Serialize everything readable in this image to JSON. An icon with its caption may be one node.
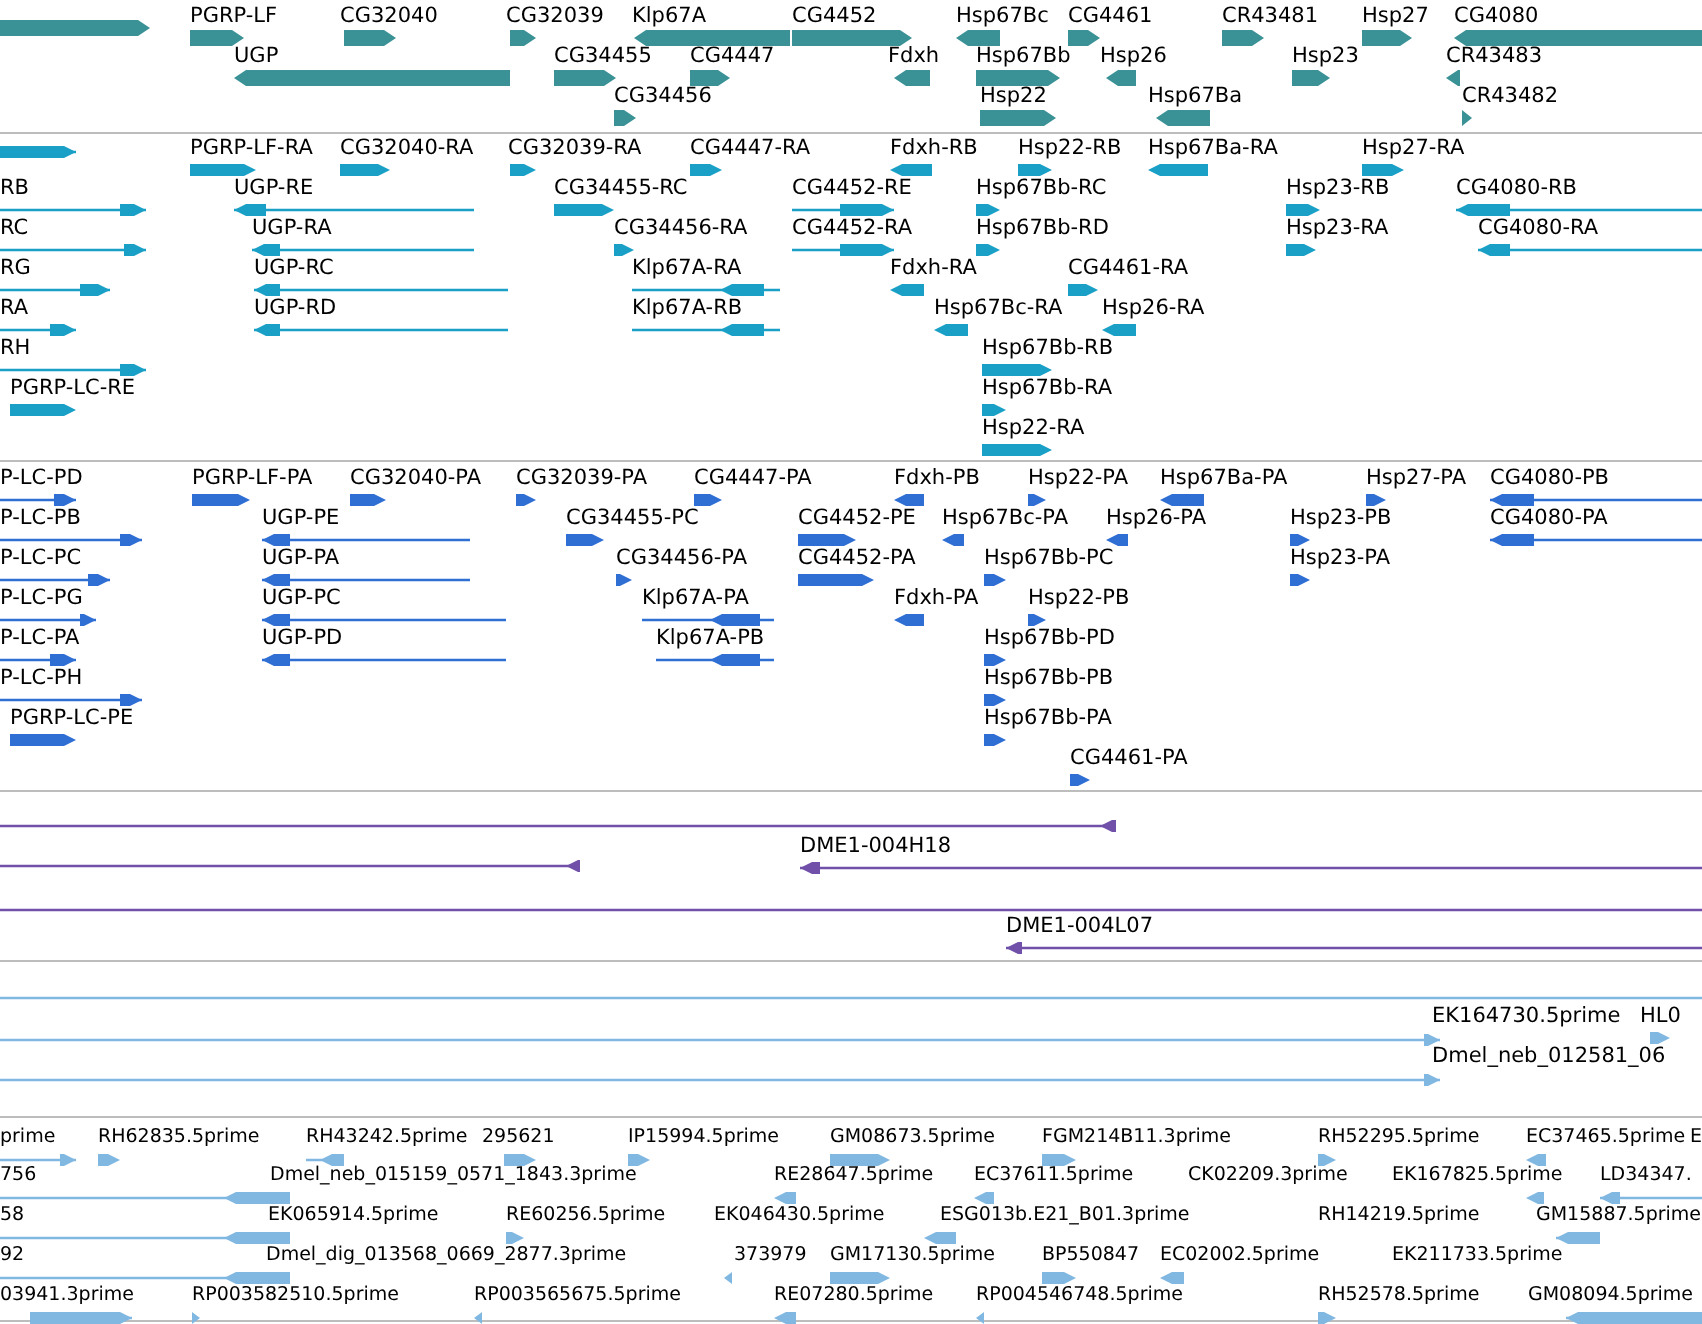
{
  "diagram": {
    "labels": [
      "PGRP-LF",
      "CG32040",
      "CG32039",
      "Klp67A",
      "CG4452",
      "Hsp67Bc",
      "CG4461",
      "CR43481",
      "Hsp27",
      "CG4080",
      "UGP",
      "CG34455",
      "CG4447",
      "Fdxh",
      "Hsp67Bb",
      "Hsp26",
      "Hsp23",
      "CR43483",
      "CG34456",
      "Hsp22",
      "Hsp67Ba",
      "CR43482",
      "PGRP-LF-RA",
      "CG32040-RA",
      "CG32039-RA",
      "CG4447-RA",
      "Fdxh-RB",
      "Hsp22-RB",
      "Hsp67Ba-RA",
      "Hsp27-RA",
      "RB",
      "UGP-RE",
      "CG34455-RC",
      "CG4452-RE",
      "Hsp67Bb-RC",
      "Hsp23-RB",
      "CG4080-RB",
      "RC",
      "UGP-RA",
      "CG34456-RA",
      "CG4452-RA",
      "Hsp67Bb-RD",
      "Hsp23-RA",
      "CG4080-RA",
      "RG",
      "UGP-RC",
      "Klp67A-RA",
      "Fdxh-RA",
      "CG4461-RA",
      "RA",
      "UGP-RD",
      "Klp67A-RB",
      "Hsp67Bc-RA",
      "Hsp26-RA",
      "RH",
      "Hsp67Bb-RB",
      "PGRP-LC-RE",
      "Hsp67Bb-RA",
      "Hsp22-RA",
      "P-LC-PD",
      "PGRP-LF-PA",
      "CG32040-PA",
      "CG32039-PA",
      "CG4447-PA",
      "Fdxh-PB",
      "Hsp22-PA",
      "Hsp67Ba-PA",
      "Hsp27-PA",
      "CG4080-PB",
      "P-LC-PB",
      "UGP-PE",
      "CG34455-PC",
      "CG4452-PE",
      "Hsp67Bc-PA",
      "Hsp26-PA",
      "Hsp23-PB",
      "CG4080-PA",
      "P-LC-PC",
      "UGP-PA",
      "CG34456-PA",
      "CG4452-PA",
      "Hsp67Bb-PC",
      "Hsp23-PA",
      "P-LC-PG",
      "UGP-PC",
      "Klp67A-PA",
      "Fdxh-PA",
      "Hsp22-PB",
      "P-LC-PA",
      "UGP-PD",
      "Klp67A-PB",
      "Hsp67Bb-PD",
      "P-LC-PH",
      "Hsp67Bb-PB",
      "PGRP-LC-PE",
      "Hsp67Bb-PA",
      "CG4461-PA",
      "DME1-004H18",
      "DME1-004L07",
      "EK164730.5prime",
      "HL0",
      "Dmel_neb_012581_06",
      "prime",
      "RH62835.5prime",
      "RH43242.5prime",
      "295621",
      "IP15994.5prime",
      "GM08673.5prime",
      "FGM214B11.3prime",
      "RH52295.5prime",
      "EC37465.5prime",
      "E",
      "756",
      "Dmel_neb_015159_0571_1843.3prime",
      "RE28647.5prime",
      "EC37611.5prime",
      "CK02209.3prime",
      "EK167825.5prime",
      "LD34347.",
      "58",
      "EK065914.5prime",
      "RE60256.5prime",
      "EK046430.5prime",
      "ESG013b.E21_B01.3prime",
      "RH14219.5prime",
      "GM15887.5prime",
      "92",
      "Dmel_dig_013568_0669_2877.3prime",
      "373979",
      "GM17130.5prime",
      "BP550847",
      "EC02002.5prime",
      "EK211733.5prime",
      "03941.3prime",
      "RP003582510.5prime",
      "RP003565675.5prime",
      "RE07280.5prime",
      "RP004546748.5prime",
      "RH52578.5prime",
      "GM08094.5prime"
    ]
  }
}
